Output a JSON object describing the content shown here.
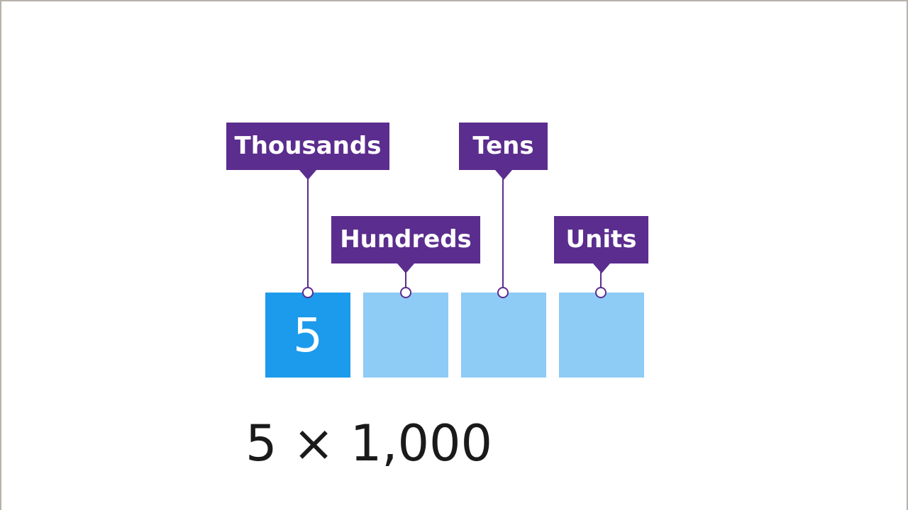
{
  "colors": {
    "label_bg": "#5b2d8e",
    "filled_box": "#1c9aeb",
    "empty_box": "#8ecbf5",
    "text_dark": "#1a1a1a",
    "frame_border": "#b7b1aa"
  },
  "place_values": [
    {
      "name": "Thousands",
      "digit": "5"
    },
    {
      "name": "Hundreds",
      "digit": ""
    },
    {
      "name": "Tens",
      "digit": ""
    },
    {
      "name": "Units",
      "digit": ""
    }
  ],
  "expression": "5 × 1,000"
}
